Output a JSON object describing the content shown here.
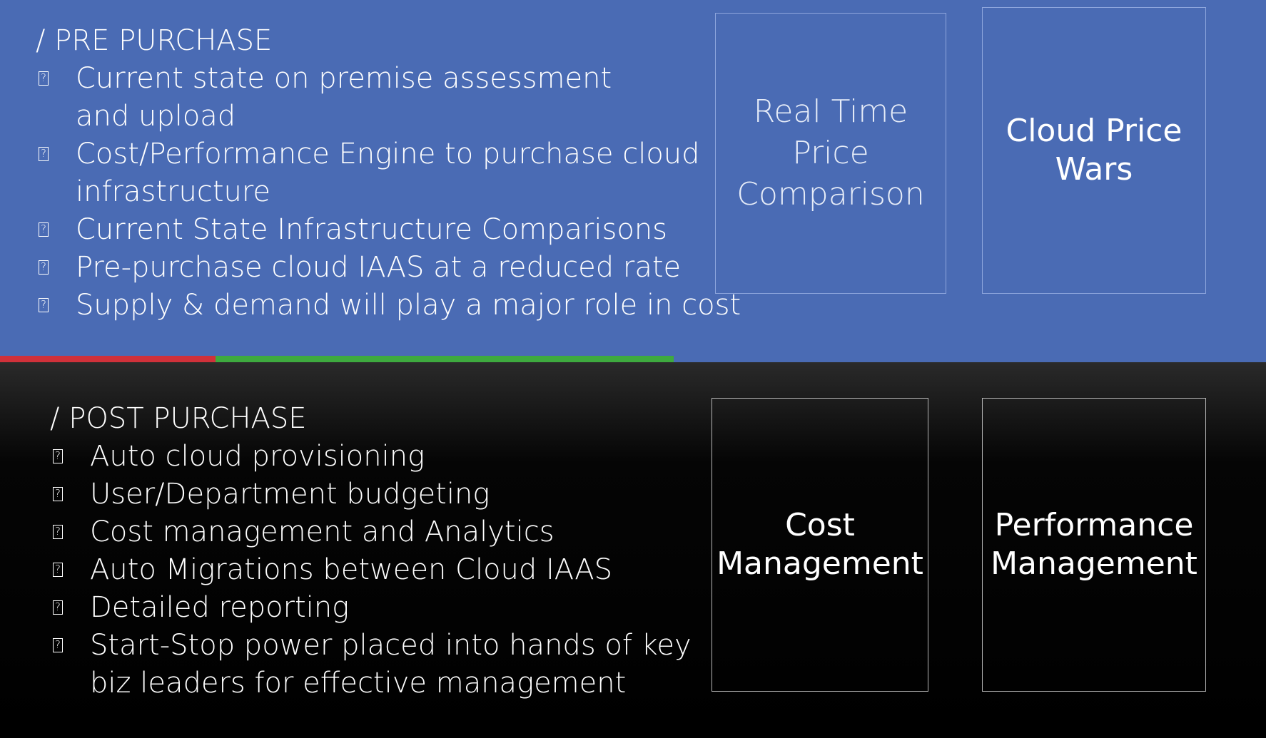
{
  "pre_purchase": {
    "title": "/ PRE PURCHASE",
    "items": [
      "Current state on premise assessment and upload",
      "Cost/Performance Engine to purchase cloud infrastructure",
      "Current State Infrastructure Comparisons",
      "Pre-purchase cloud IAAS at a reduced rate",
      "Supply & demand will play a major role in cost"
    ],
    "tiles": [
      "Real Time Price Comparison",
      "Cloud Price Wars"
    ]
  },
  "post_purchase": {
    "title": "/ POST PURCHASE",
    "items": [
      "Auto cloud provisioning",
      "User/Department budgeting",
      "Cost management and Analytics",
      "Auto Migrations between Cloud IAAS",
      "Detailed reporting",
      "Start-Stop power placed into hands of  key biz leaders for effective management"
    ],
    "tiles": [
      "Cost Management",
      "Performance Management"
    ]
  },
  "colors": {
    "top_background": "#4a6bb4",
    "bottom_background": "#000000",
    "accent_red": "#d0313a",
    "accent_green": "#3eaa3f"
  },
  "icons": {
    "bullet": "missing-glyph-icon"
  }
}
